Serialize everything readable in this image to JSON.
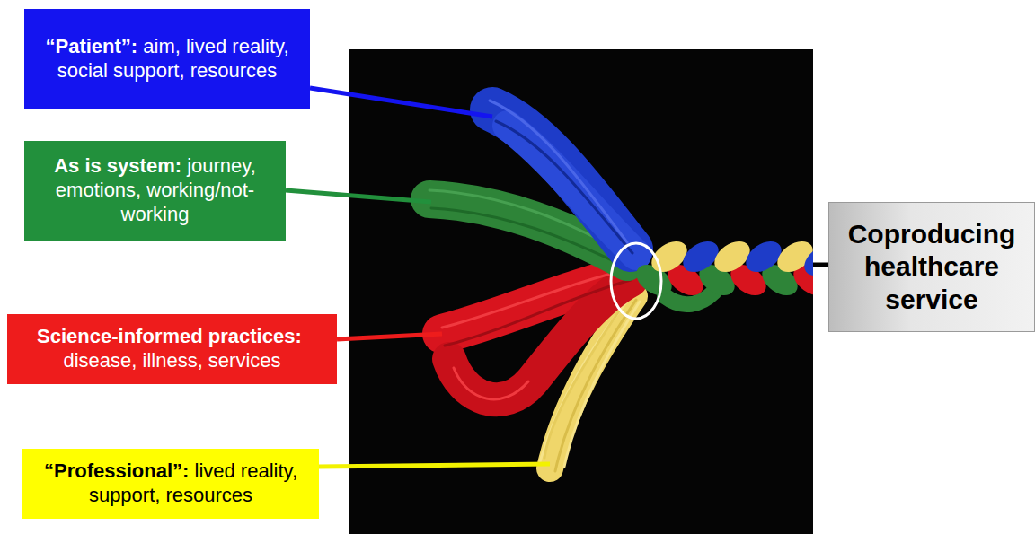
{
  "diagram": {
    "nodes": [
      {
        "text": [
          "“Patient”:",
          "aim, lived reality, social support, resources"
        ]
      },
      {
        "text": [
          "As is system:",
          "journey, emotions, working/not-working"
        ]
      },
      {
        "text": [
          "Science-informed practices:",
          "disease, illness, services"
        ]
      },
      {
        "text": [
          "“Professional”:",
          "lived reality, support, resources"
        ]
      },
      {
        "text": [
          "Coproducing healthcare service"
        ]
      }
    ]
  }
}
